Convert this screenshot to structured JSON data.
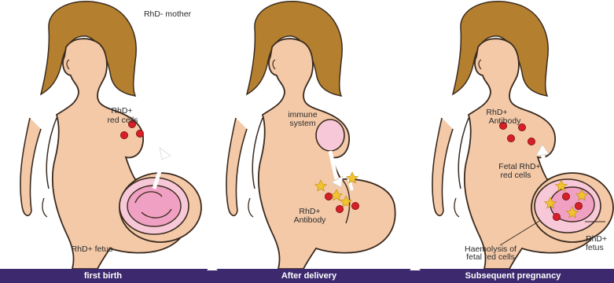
{
  "colors": {
    "skin": "#f4c9a8",
    "outline": "#3a2a1e",
    "hair": "#b4802f",
    "cell": "#d61f26",
    "antigen": "#f2c230",
    "womb": "#f6c8d8",
    "fetus": "#f0a0c2",
    "bar": "#3d2a6e"
  },
  "panels": [
    {
      "labels": {
        "mother": "RhD- mother",
        "cells_1": "RhD+",
        "cells_2": "red cells",
        "fetus": "RhD+ fetus"
      },
      "caption": "first birth"
    },
    {
      "labels": {
        "immune_1": "immune",
        "immune_2": "system",
        "antibody_1": "RhD+",
        "antibody_2": "Antibody"
      },
      "caption": "After delivery"
    },
    {
      "labels": {
        "antibody_1": "RhD+",
        "antibody_2": "Antibody",
        "fetal_1": "Fetal RhD+",
        "fetal_2": "red cells",
        "haemolysis_1": "Haemolysis of",
        "haemolysis_2": "fetal red cells",
        "fetus_1": "RhD+",
        "fetus_2": "fetus"
      },
      "caption": "Subsequent pregnancy"
    }
  ],
  "icons": [
    "woman-figure",
    "uterus",
    "fetus",
    "red-cell",
    "antigen-star",
    "arrow"
  ]
}
